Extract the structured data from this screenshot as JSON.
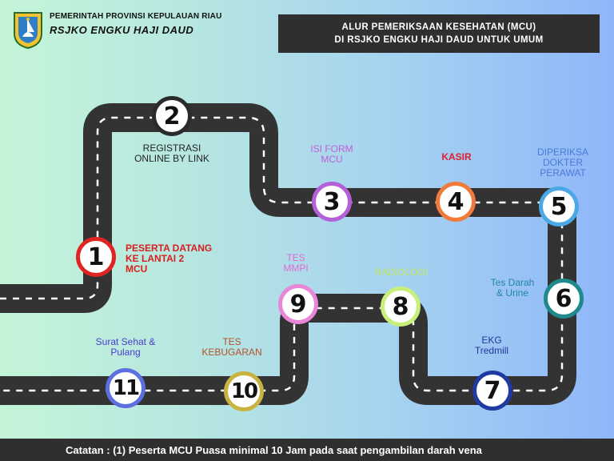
{
  "header": {
    "org_line1": "PEMERINTAH PROVINSI KEPULAUAN RIAU",
    "org_line2": "RSJKO ENGKU HAJI DAUD",
    "title_line1": "ALUR PEMERIKSAAN KESEHATAN (MCU)",
    "title_line2": "DI RSJKO ENGKU HAJI DAUD UNTUK UMUM"
  },
  "steps": [
    {
      "num": "1",
      "color": "#e02424",
      "label": "PESERTA DATANG\nKE LANTAI 2\nMCU",
      "label_color": "#d61f1f"
    },
    {
      "num": "2",
      "color": "#2b2b2b",
      "label": "REGISTRASI\nONLINE BY LINK",
      "label_color": "#222222"
    },
    {
      "num": "3",
      "color": "#b560d9",
      "label": "ISI FORM\nMCU",
      "label_color": "#c45ed8"
    },
    {
      "num": "4",
      "color": "#f07a3a",
      "label": "KASIR",
      "label_color": "#e01f2d"
    },
    {
      "num": "5",
      "color": "#4aa8e6",
      "label": "DIPERIKSA\nDOKTER\nPERAWAT",
      "label_color": "#4a7ad8"
    },
    {
      "num": "6",
      "color": "#1f8a8c",
      "label": "Tes Darah\n& Urine",
      "label_color": "#1f86a8"
    },
    {
      "num": "7",
      "color": "#1f3aa0",
      "label": "EKG\nTredmill",
      "label_color": "#1f3a9a"
    },
    {
      "num": "8",
      "color": "#c8ef7a",
      "label": "RADIOLOGI",
      "label_color": "#c2e861"
    },
    {
      "num": "9",
      "color": "#e986d8",
      "label": "TES\nMMPI",
      "label_color": "#e26ad6"
    },
    {
      "num": "10",
      "color": "#c9b340",
      "label": "TES\nKEBUGARAN",
      "label_color": "#b5522a"
    },
    {
      "num": "11",
      "color": "#5b6fe0",
      "label": "Surat Sehat &\nPulang",
      "label_color": "#4a3bd0"
    }
  ],
  "footer": {
    "note": "Catatan : (1) Peserta MCU Puasa minimal 10 Jam pada saat pengambilan darah vena"
  }
}
